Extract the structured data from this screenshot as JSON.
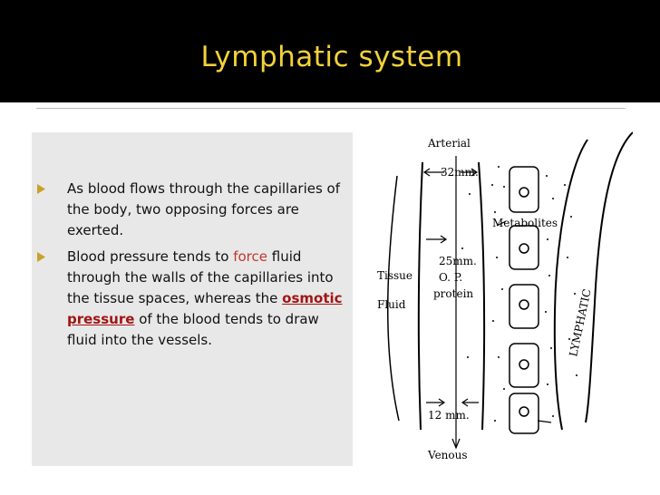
{
  "slide": {
    "title": "Lymphatic system",
    "bullets": [
      {
        "text": "As blood flows through the capillaries of the body, two opposing forces are exerted."
      },
      {
        "pre": "Blood pressure tends to ",
        "force": "force",
        "mid": " fluid through the walls of the capillaries into the tissue spaces, whereas the ",
        "osmotic": "osmotic pressure",
        "post": " of the blood tends to draw fluid into the vessels."
      }
    ]
  },
  "figure": {
    "arterial": "Arterial",
    "pressure_top": "32mm.",
    "metabolites": "Metabolites",
    "pressure_mid": "25mm.",
    "op": "O. P.",
    "protein": "protein",
    "tissue": "Tissue",
    "fluid": "Fluid",
    "lymphatic": "LYMPHATIC",
    "pressure_bottom": "12 mm.",
    "venous": "Venous"
  },
  "colors": {
    "title_bg": "#000000",
    "title_text": "#f2d23a",
    "panel_bg": "#e8e8e8",
    "bullet_marker": "#c9a227",
    "accent_red": "#c0392b"
  }
}
